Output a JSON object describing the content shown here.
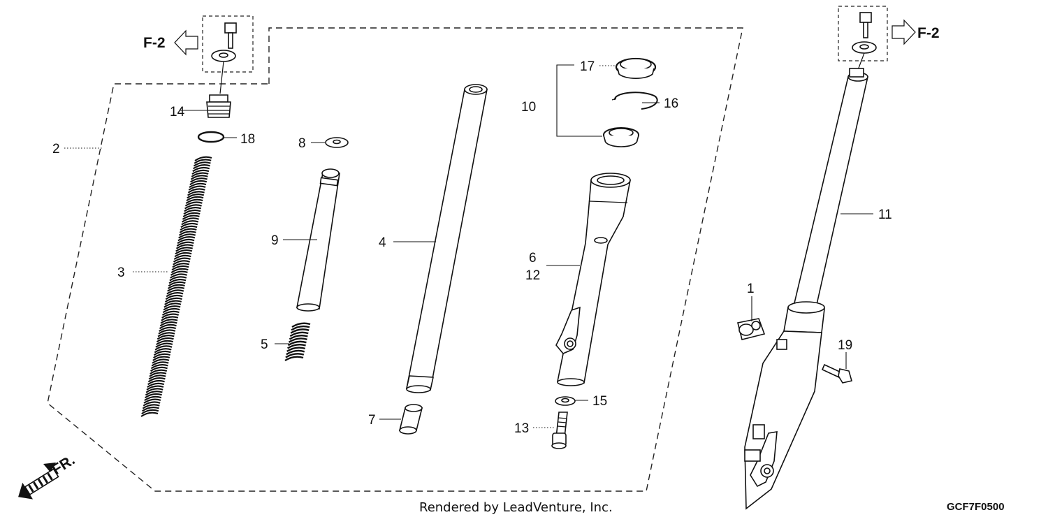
{
  "callouts": [
    "1",
    "2",
    "3",
    "4",
    "5",
    "6",
    "7",
    "8",
    "9",
    "10",
    "11",
    "12",
    "13",
    "14",
    "15",
    "16",
    "17",
    "18",
    "19"
  ],
  "references": {
    "left": "F-2",
    "right": "F-2"
  },
  "direction": "FR.",
  "credit": "Rendered by LeadVenture, Inc.",
  "diagram_code": "GCF7F0500"
}
